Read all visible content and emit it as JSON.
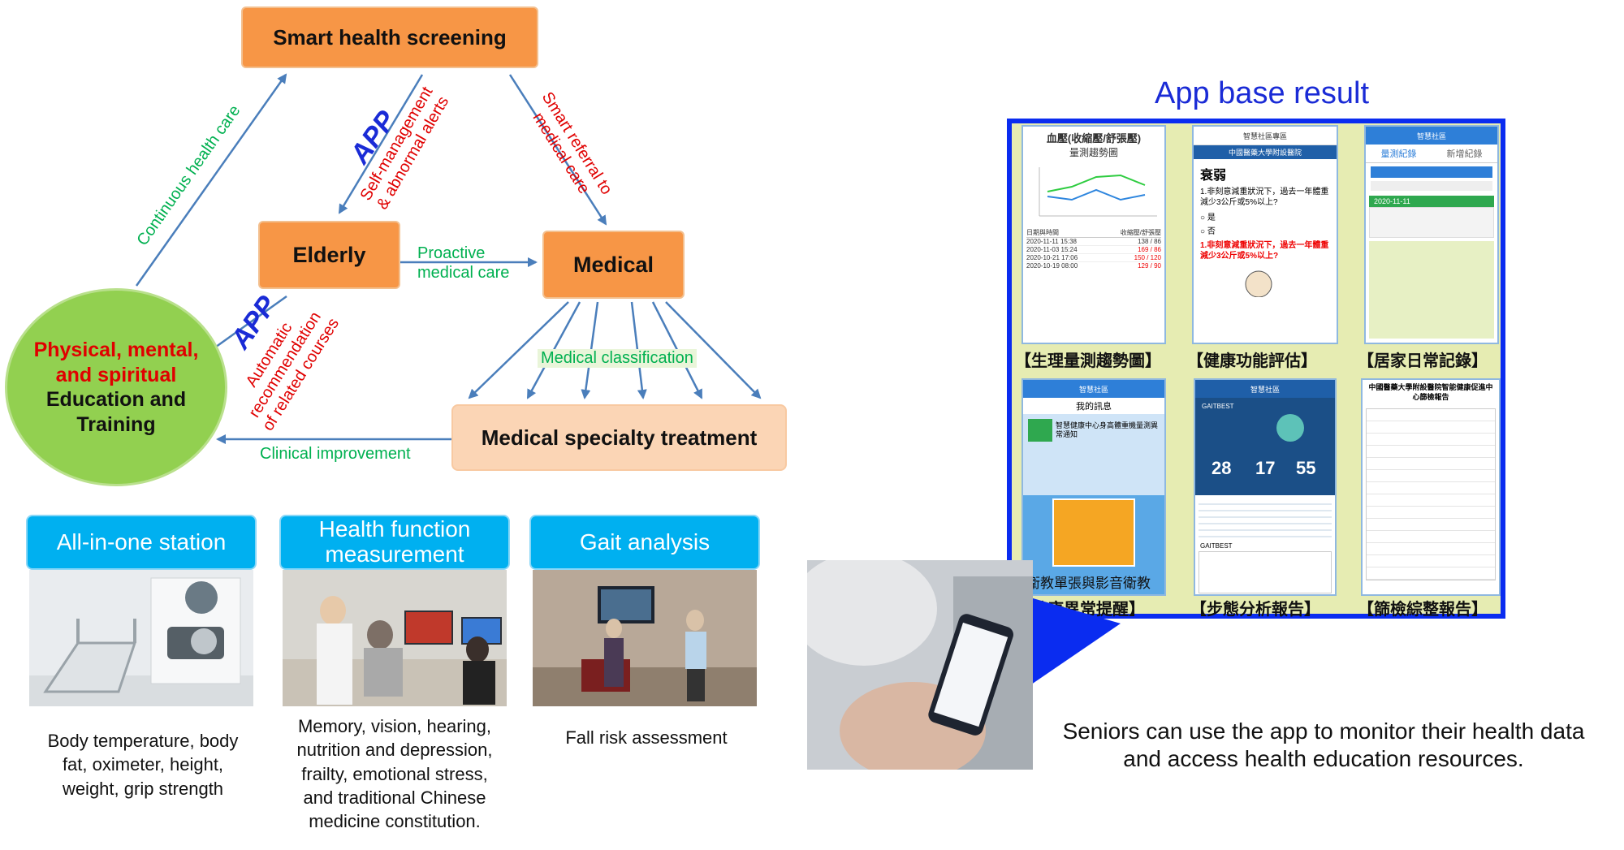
{
  "nodes": {
    "smart_health_screening": "Smart health screening",
    "elderly": "Elderly",
    "medical": "Medical",
    "medical_specialty_treatment": "Medical specialty treatment",
    "education_line1": "Physical, mental,",
    "education_line2": "and spiritual",
    "education_line3": "Education and",
    "education_line4": "Training"
  },
  "edges": {
    "continuous_health_care": "Continuous health care",
    "app_top": "APP",
    "self_management_line1": "Self-management",
    "self_management_line2": "& abnormal alerts",
    "smart_referral_line1": "Smart referral to",
    "smart_referral_line2": "medical care",
    "proactive_line1": "Proactive",
    "proactive_line2": "medical care",
    "app_bottom": "APP",
    "auto_rec_line1": "Automatic",
    "auto_rec_line2": "recommendation",
    "auto_rec_line3": "of related courses",
    "medical_classification": "Medical classification",
    "clinical_improvement": "Clinical improvement"
  },
  "cards": [
    {
      "title_line1": "All-in-one station",
      "title_line2": "",
      "caption_lines": [
        "Body temperature, body",
        "fat, oximeter, height,",
        "weight, grip strength"
      ]
    },
    {
      "title_line1": "Health function",
      "title_line2": "measurement",
      "caption_lines": [
        "Memory, vision, hearing,",
        "nutrition and depression,",
        "frailty, emotional stress,",
        "and traditional Chinese",
        "medicine constitution."
      ]
    },
    {
      "title_line1": "Gait analysis",
      "title_line2": "",
      "caption_lines": [
        "Fall risk assessment"
      ]
    }
  ],
  "app_panel": {
    "title": "App base result",
    "screens": [
      {
        "caption": "【生理量測趨勢圖】",
        "header": "血壓(收縮壓/舒張壓)",
        "sub": "量測趨勢圖",
        "rows": [
          [
            "日期與時間",
            "收縮壓/舒張壓"
          ],
          [
            "2020-11-11 15:38",
            "138 / 86"
          ],
          [
            "2020-11-03 15:24",
            "169 / 86"
          ],
          [
            "2020-10-21 17:06",
            "150 / 120"
          ],
          [
            "2020-10-19 08:00",
            "129 / 90"
          ]
        ]
      },
      {
        "caption": "【健康功能評估】",
        "header": "智慧社區專區",
        "sub": "中國醫藥大學附設醫院",
        "word": "衰弱",
        "q1": "1.非刻意減重狀況下，過去一年體重減少3公斤或5%以上?",
        "opt1": "是",
        "opt2": "否"
      },
      {
        "caption": "【居家日常記錄】",
        "header": "智慧社區",
        "tab1": "量測紀錄",
        "tab2": "新增紀錄",
        "date": "2020-11-11"
      },
      {
        "caption": "【健康異常提醒】",
        "header": "智慧社區",
        "sub": "我的訊息",
        "msg": "智慧健康中心身高體重機量測異常通知",
        "foot": "衛教單張與影音衛教"
      },
      {
        "caption": "【步態分析報告】",
        "header": "智慧社區",
        "n1": "28",
        "n2": "17",
        "n3": "55",
        "tag": "GAITBEST"
      },
      {
        "caption": "【篩檢綜整報告】",
        "header": "中國醫藥大學附設醫院智能健康促進中心篩檢報告"
      }
    ],
    "description_line1": "Seniors can use the app to monitor their health data",
    "description_line2": "and access health education resources."
  },
  "colors": {
    "node_orange": "#f79646",
    "node_peach": "#fbd5b5",
    "circle_green": "#92d050",
    "arrow_blue": "#4a7ebb",
    "label_green": "#00b050",
    "label_red": "#e00000",
    "app_blue": "#1a2bd6",
    "card_cyan": "#00b0f0",
    "panel_blue": "#0a2cf0",
    "panel_bg": "#e6ecb2"
  }
}
